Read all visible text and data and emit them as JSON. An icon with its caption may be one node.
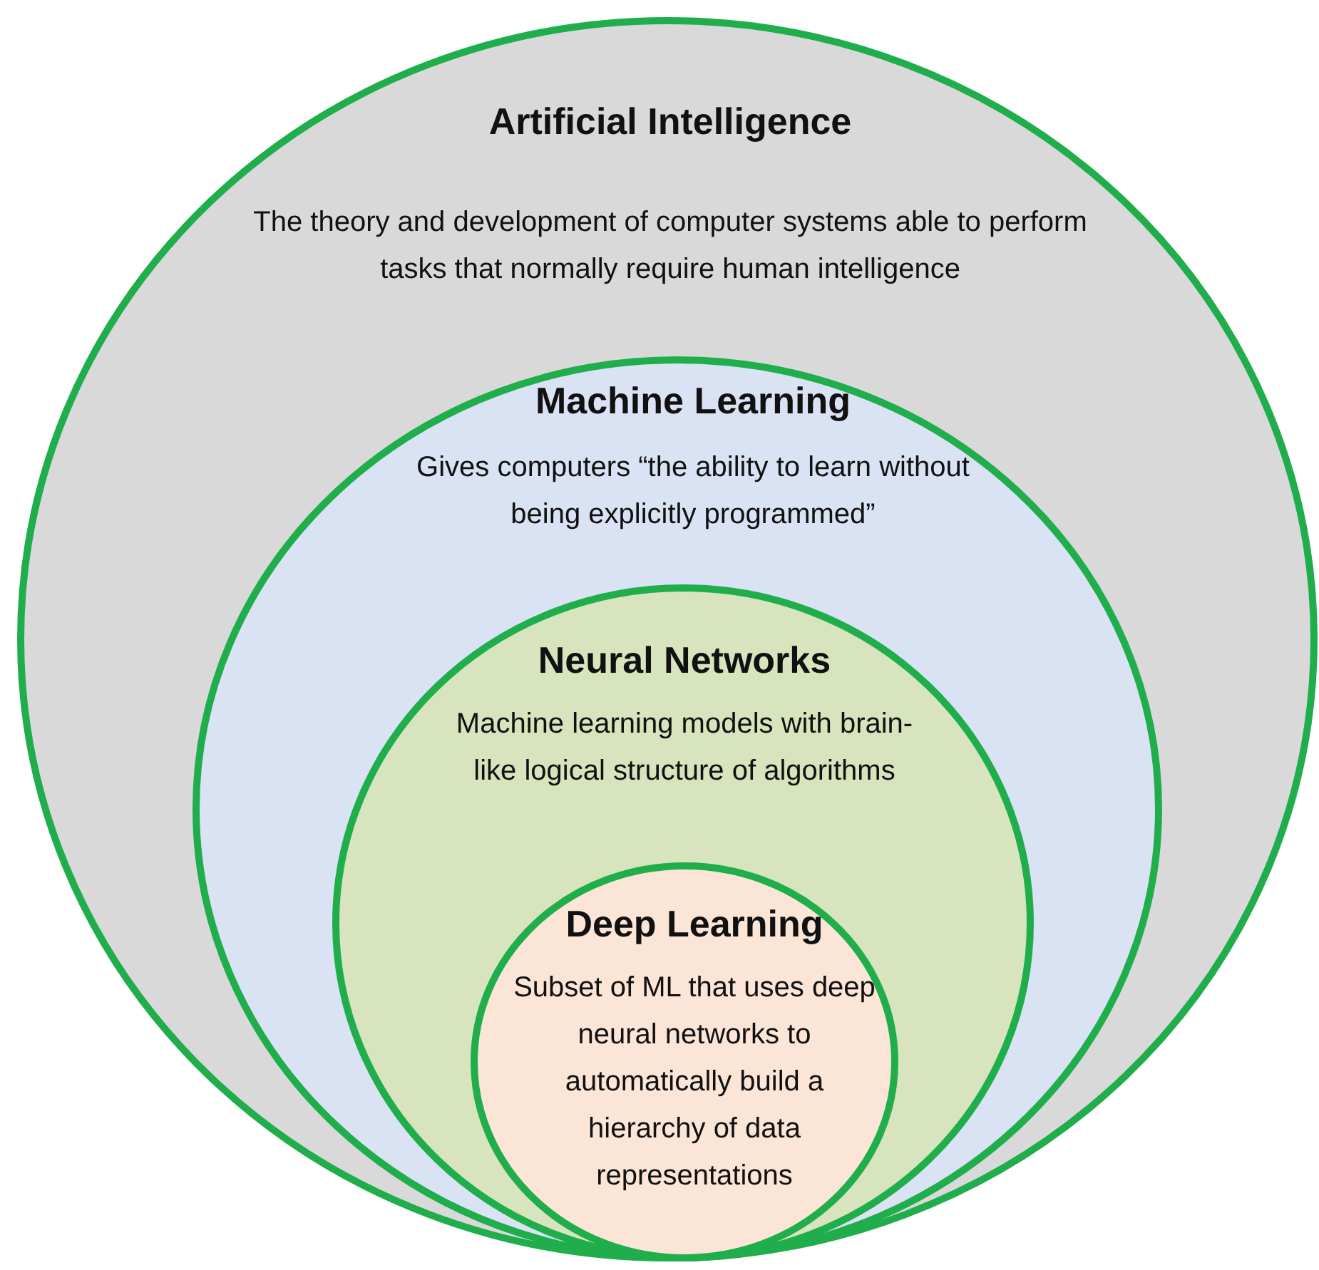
{
  "diagram": {
    "nodes": [
      {
        "text": [
          "Artificial Intelligence",
          "The theory and development of computer systems able to perform tasks that normally require human intelligence"
        ]
      },
      {
        "text": [
          "Machine Learning",
          "Gives computers “the ability to learn without being explicitly programmed”"
        ],
        "in": 0
      },
      {
        "text": [
          "Neural Networks",
          "Machine learning models with brain-like logical structure of algorithms"
        ],
        "in": 1
      },
      {
        "text": [
          "Deep Learning",
          "Subset of ML that uses deep neural networks to automatically build a hierarchy of data representations"
        ],
        "in": 2
      }
    ]
  }
}
